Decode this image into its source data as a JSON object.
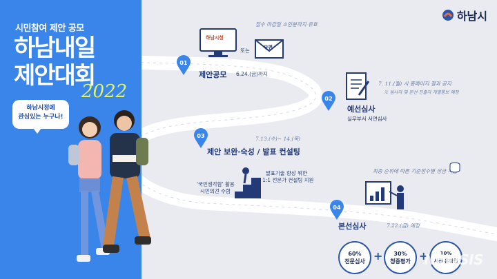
{
  "poster": {
    "subtitle": "시민참여 제안 공모",
    "title_line1": "하남내일",
    "title_line2": "제안대회",
    "year": "2022",
    "bubble": [
      "하남시정에",
      "관심있는 누구나!"
    ]
  },
  "logo": {
    "name": "하남시",
    "icon": "hanam-city-emblem"
  },
  "steps": [
    {
      "num": "01",
      "title": "제안공모",
      "date": "6.24.(금)까지",
      "note": "접수 마감일 소인분까지 유효",
      "or_label": "또는",
      "web_label": "하남시청",
      "mail_label": "우편"
    },
    {
      "num": "02",
      "title": "예선심사",
      "detail": "실무부서 서면심사",
      "note1": "7. 11.(월) 시 홈페이지 결과 공지",
      "note2": "※ 심사자 및 본선 진출자 개별통보 예정"
    },
    {
      "num": "03",
      "title": "제안 보완·숙성 / 발표 컨설팅",
      "date": "7.13.(수)~ 14.(목)",
      "detail_left": [
        "'국민생각함' 활용",
        "시민의견 수렴"
      ],
      "detail_right": [
        "발표기술 향상 위한",
        "1:1 전문가 컨설팅 지원"
      ]
    },
    {
      "num": "04",
      "title": "본선심사",
      "date": "7.22.(금) 예정",
      "note": "최종 순위에 따른 기준점수별 상금 지급"
    }
  ],
  "scoring": [
    {
      "pct": "60%",
      "label": "전문심사"
    },
    {
      "pct": "30%",
      "label": "청중평가"
    },
    {
      "pct": "10%",
      "label": "사전 온라인"
    }
  ],
  "watermark": "NEWSIS",
  "colors": {
    "blue": "#3a85ea",
    "navy": "#233a76",
    "accent": "#e0f46a",
    "road": "#ffffff"
  }
}
